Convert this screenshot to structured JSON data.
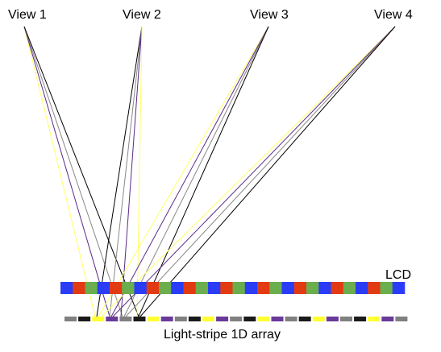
{
  "views": [
    {
      "label": "View 1"
    },
    {
      "label": "View 2"
    },
    {
      "label": "View 3"
    },
    {
      "label": "View 4"
    }
  ],
  "lcd": {
    "label": "LCD",
    "cell_colors": [
      "#2a3cf6",
      "#e23b12",
      "#6aae4e"
    ],
    "cell_count": 28
  },
  "light_array": {
    "label": "Light-stripe 1D array",
    "stripe_colors": [
      "#808080",
      "#1a1a1a",
      "#ffff33",
      "#6a3a9a"
    ],
    "stripe_count": 25
  },
  "ray_colors": {
    "yellow": "#ffff66",
    "purple": "#5a2a8a",
    "gray": "#888888",
    "black": "#000000"
  }
}
